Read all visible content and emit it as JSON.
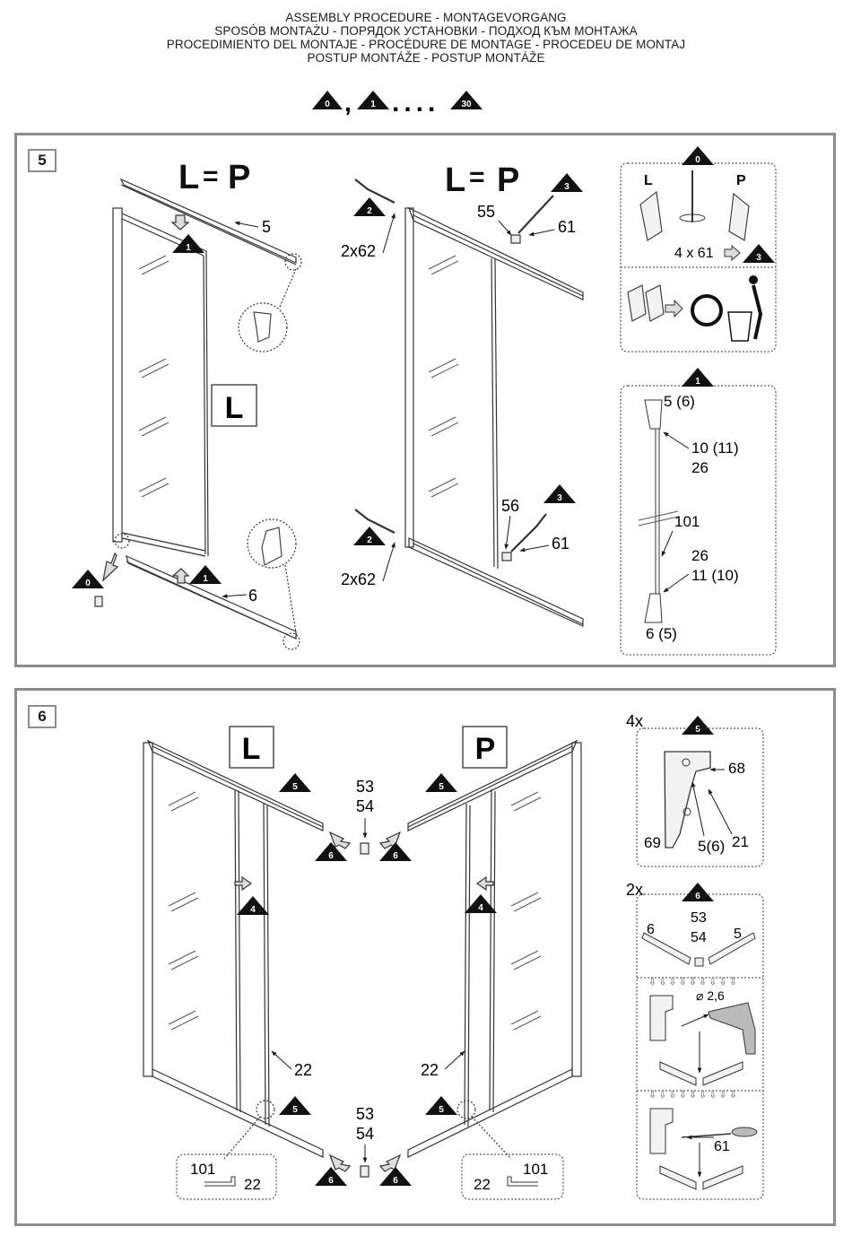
{
  "header": {
    "line1": "ASSEMBLY PROCEDURE - MONTAGEVORGANG",
    "line2": "SPOSÓB MONTAŻU - ПОРЯДОК УСТАНОВКИ - ПОДХОД КЪМ МОНТАЖА",
    "line3": "PROCEDIMIENTO DEL MONTAJE - PROCÉDURE DE MONTAGE - PROCEDEU DE MONTAJ",
    "line4": "POSTUP MONTÁŽE - POSTUP MONTÁŽE",
    "seq_first": "0",
    "seq_comma": ",",
    "seq_second": "1",
    "seq_dots": "....",
    "seq_last": "30"
  },
  "step5": {
    "number": "5",
    "left": {
      "title_l": "L",
      "title_eq": "=",
      "title_p": "P",
      "side_label": "L",
      "part_top": "5",
      "part_bottom": "6",
      "tri_1a": "1",
      "tri_1b": "1",
      "tri_0": "0"
    },
    "middle": {
      "title_l": "L",
      "title_eq": "=",
      "title_p": "P",
      "tri_2a": "2",
      "tri_2b": "2",
      "tri_3a": "3",
      "tri_3b": "3",
      "screws_top": "2x62",
      "screws_bottom": "2x62",
      "part_55": "55",
      "part_61a": "61",
      "part_56": "56",
      "part_61b": "61"
    },
    "detail0": {
      "tri": "0",
      "label_l": "L",
      "label_p": "P",
      "screws": "4 x 61",
      "tri_next": "3"
    },
    "detail1": {
      "tri": "1",
      "labels": [
        "5 (6)",
        "10 (11)",
        "26",
        "101",
        "26",
        "11 (10)",
        "6 (5)"
      ]
    }
  },
  "step6": {
    "number": "6",
    "side_l": "L",
    "side_p": "P",
    "tri_5": "5",
    "tri_6": "6",
    "tri_4": "4",
    "part_53": "53",
    "part_54": "54",
    "part_22": "22",
    "part_101": "101",
    "detail5": {
      "count": "4x",
      "tri": "5",
      "labels": [
        "68",
        "69",
        "5(6)",
        "21"
      ]
    },
    "detail6": {
      "count": "2x",
      "tri": "6",
      "labels": [
        "6",
        "53",
        "54",
        "5"
      ],
      "drill": "⌀ 2,6",
      "screw": "61"
    }
  }
}
